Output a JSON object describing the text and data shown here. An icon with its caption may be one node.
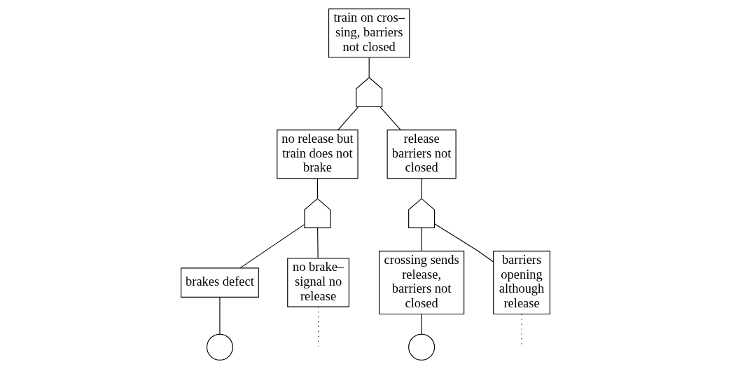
{
  "diagram": {
    "nodes": [
      {
        "text": [
          "train on cros– sing, barriers not closed"
        ]
      },
      {
        "text": [],
        "shape": "gate"
      },
      {
        "text": [
          "no release but train does not brake"
        ]
      },
      {
        "text": [
          "release barriers not closed"
        ]
      },
      {
        "text": [],
        "shape": "gate"
      },
      {
        "text": [],
        "shape": "gate"
      },
      {
        "text": [
          "brakes defect"
        ]
      },
      {
        "text": [
          "no brake– signal no release"
        ]
      },
      {
        "text": [
          "crossing sends release, barriers not closed"
        ]
      },
      {
        "text": [
          "barriers opening although release"
        ]
      },
      {
        "text": [],
        "shape": "circle"
      },
      {
        "text": [],
        "shape": "circle"
      }
    ],
    "edges": [
      {
        "from": 1,
        "to": 0,
        "arrow": "none"
      },
      {
        "from": 1,
        "to": 2,
        "arrow": "none"
      },
      {
        "from": 1,
        "to": 3,
        "arrow": "none"
      },
      {
        "from": 2,
        "to": 4,
        "arrow": "none"
      },
      {
        "from": 3,
        "to": 5,
        "arrow": "none"
      },
      {
        "from": 4,
        "to": 6,
        "arrow": "none"
      },
      {
        "from": 4,
        "to": 7,
        "arrow": "none"
      },
      {
        "from": 5,
        "to": 8,
        "arrow": "none"
      },
      {
        "from": 5,
        "to": 9,
        "arrow": "none"
      },
      {
        "from": 6,
        "to": 10,
        "arrow": "none"
      },
      {
        "from": 7,
        "to": null,
        "arrow": "none",
        "style": "dashed"
      },
      {
        "from": 8,
        "to": 11,
        "arrow": "none"
      },
      {
        "from": 9,
        "to": null,
        "arrow": "none",
        "style": "dashed"
      }
    ]
  }
}
